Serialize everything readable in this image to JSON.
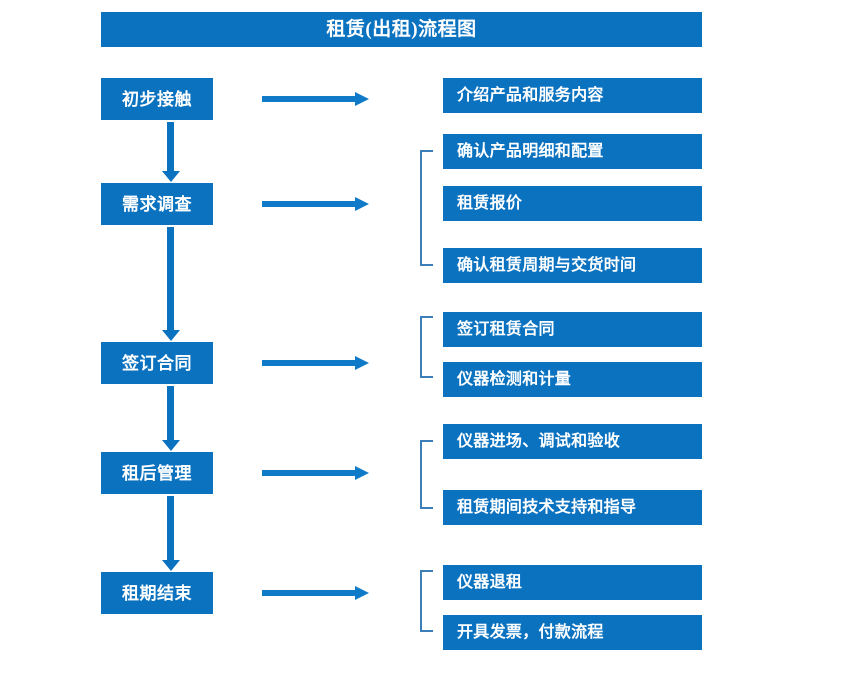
{
  "diagram": {
    "title": "租赁(出租)流程图",
    "colors": {
      "box_blue": "#0B72C0",
      "arrow_blue": "#0E7AC8",
      "bracket_blue": "#3C7FB8",
      "text_white": "#FFFFFF",
      "background": "#FFFFFF"
    },
    "stages": [
      {
        "label": "初步接触"
      },
      {
        "label": "需求调查"
      },
      {
        "label": "签订合同"
      },
      {
        "label": "租后管理"
      },
      {
        "label": "租期结束"
      }
    ],
    "details": [
      {
        "label": "介绍产品和服务内容"
      },
      {
        "label": "确认产品明细和配置"
      },
      {
        "label": "租赁报价"
      },
      {
        "label": "确认租赁周期与交货时间"
      },
      {
        "label": "签订租赁合同"
      },
      {
        "label": "仪器检测和计量"
      },
      {
        "label": "仪器进场、调试和验收"
      },
      {
        "label": "租赁期间技术支持和指导"
      },
      {
        "label": "仪器退租"
      },
      {
        "label": "开具发票，付款流程"
      }
    ],
    "flow_arrows": [
      {
        "name": "初步接触-to-需求调查"
      },
      {
        "name": "需求调查-to-签订合同"
      },
      {
        "name": "签订合同-to-租后管理"
      },
      {
        "name": "租后管理-to-租期结束"
      }
    ],
    "link_arrows": [
      {
        "name": "初步接触-to-details"
      },
      {
        "name": "需求调查-to-details"
      },
      {
        "name": "签订合同-to-details"
      },
      {
        "name": "租后管理-to-details"
      },
      {
        "name": "租期结束-to-details"
      }
    ],
    "brackets": [
      {
        "name": "需求调查-bracket"
      },
      {
        "name": "签订合同-bracket"
      },
      {
        "name": "租后管理-bracket"
      },
      {
        "name": "租期结束-bracket"
      }
    ]
  }
}
